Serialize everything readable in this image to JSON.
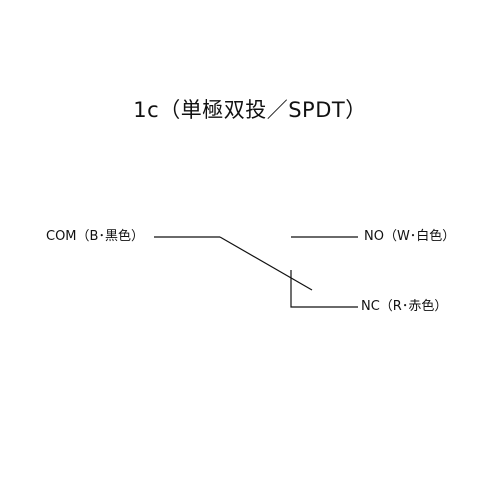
{
  "diagram": {
    "title": "1c（単極双投／SPDT）",
    "terminals": {
      "com": "COM（B･黒色）",
      "no": "NO（W･白色）",
      "nc": "NC（R･赤色）"
    }
  },
  "colors": {
    "line": "#111111",
    "background": "#ffffff"
  }
}
